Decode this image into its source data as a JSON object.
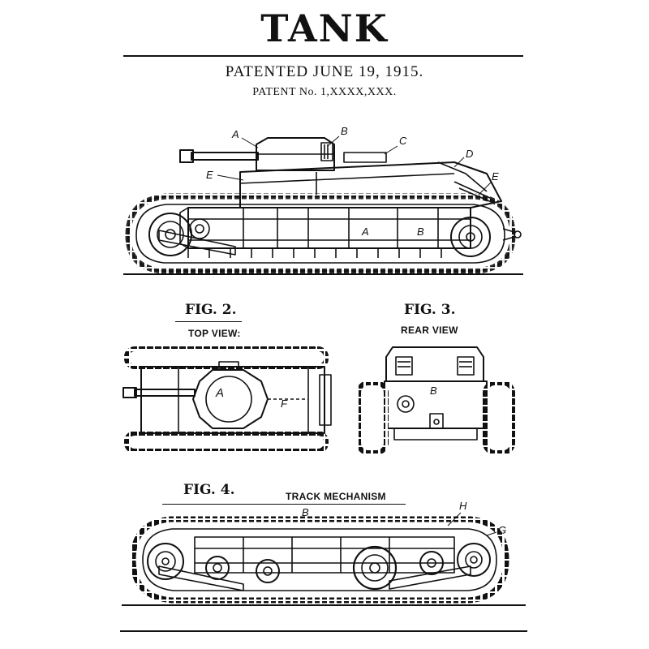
{
  "header": {
    "title": "TANK",
    "patented": "PATENTED JUNE 19, 1915.",
    "patent_no": "PATENT No. 1,XXXX,XXX."
  },
  "fig1": {
    "labels": [
      "A",
      "B",
      "C",
      "D",
      "E",
      "E",
      "A",
      "B"
    ]
  },
  "fig2": {
    "heading": "FIG. 2.",
    "caption": "TOP VIEW:",
    "labels": [
      "A",
      "F"
    ]
  },
  "fig3": {
    "heading": "FIG. 3.",
    "caption": "REAR VIEW",
    "labels": [
      "B"
    ]
  },
  "fig4": {
    "heading": "FIG. 4.",
    "caption": "TRACK MECHANISM",
    "labels": [
      "B",
      "H",
      "G"
    ]
  }
}
